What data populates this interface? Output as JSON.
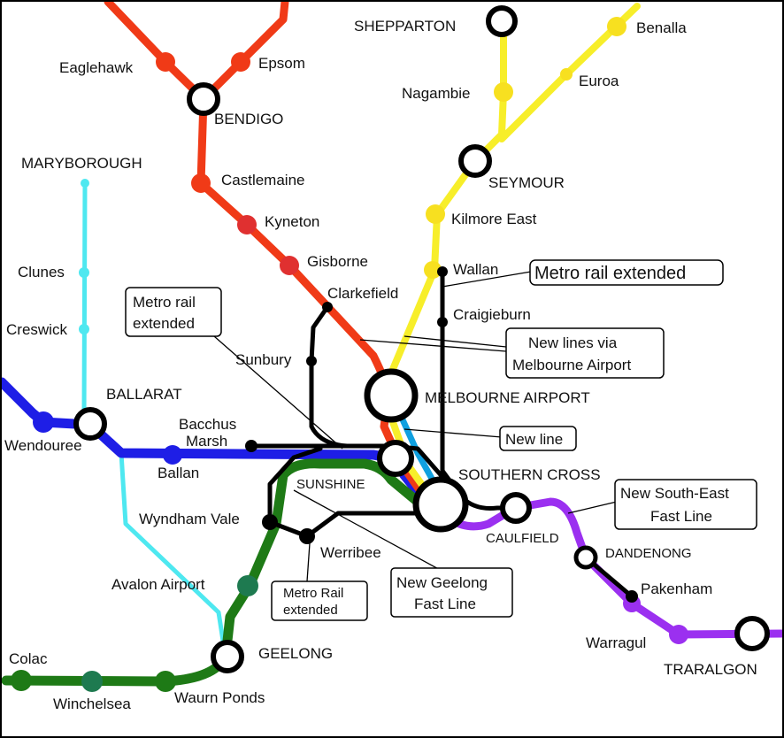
{
  "colors": {
    "bendigo": "#f03a17",
    "seymour": "#f7ee2a",
    "ballarat_blue": "#1e1ee6",
    "maryborough": "#4ee8f0",
    "geelong": "#1e7a16",
    "gippsland": "#9b30f0",
    "new_line": "#10a0e0",
    "metro": "#000000"
  },
  "stations": {
    "shepparton": "SHEPPARTON",
    "benalla": "Benalla",
    "euroa": "Euroa",
    "nagambie": "Nagambie",
    "seymour": "SEYMOUR",
    "kilmore": "Kilmore East",
    "wallan": "Wallan",
    "craigieburn": "Craigieburn",
    "eaglehawk": "Eaglehawk",
    "epsom": "Epsom",
    "bendigo": "BENDIGO",
    "castlemaine": "Castlemaine",
    "kyneton": "Kyneton",
    "gisborne": "Gisborne",
    "clarkefield": "Clarkefield",
    "sunbury": "Sunbury",
    "maryborough": "MARYBOROUGH",
    "clunes": "Clunes",
    "creswick": "Creswick",
    "ballarat": "BALLARAT",
    "wendouree": "Wendouree",
    "ballan": "Ballan",
    "bacchus1": "Bacchus",
    "bacchus2": "Marsh",
    "airport": "MELBOURNE AIRPORT",
    "southern_cross": "SOUTHERN CROSS",
    "sunshine": "SUNSHINE",
    "wyndham": "Wyndham Vale",
    "werribee": "Werribee",
    "avalon": "Avalon Airport",
    "geelong": "GEELONG",
    "colac": "Colac",
    "winchelsea": "Winchelsea",
    "waurn": "Waurn Ponds",
    "caulfield": "CAULFIELD",
    "dandenong": "DANDENONG",
    "pakenham": "Pakenham",
    "warragul": "Warragul",
    "traralgon": "TRARALGON"
  },
  "callouts": {
    "metro_left": [
      "Metro rail",
      "extended"
    ],
    "metro_north": "Metro rail extended",
    "airport_lines": [
      "New lines via",
      "Melbourne Airport"
    ],
    "new_line": "New line",
    "south_east": [
      "New South-East",
      "Fast Line"
    ],
    "geelong_fast": [
      "New Geelong",
      "Fast Line"
    ],
    "metro_werribee": [
      "Metro Rail",
      "extended"
    ]
  }
}
